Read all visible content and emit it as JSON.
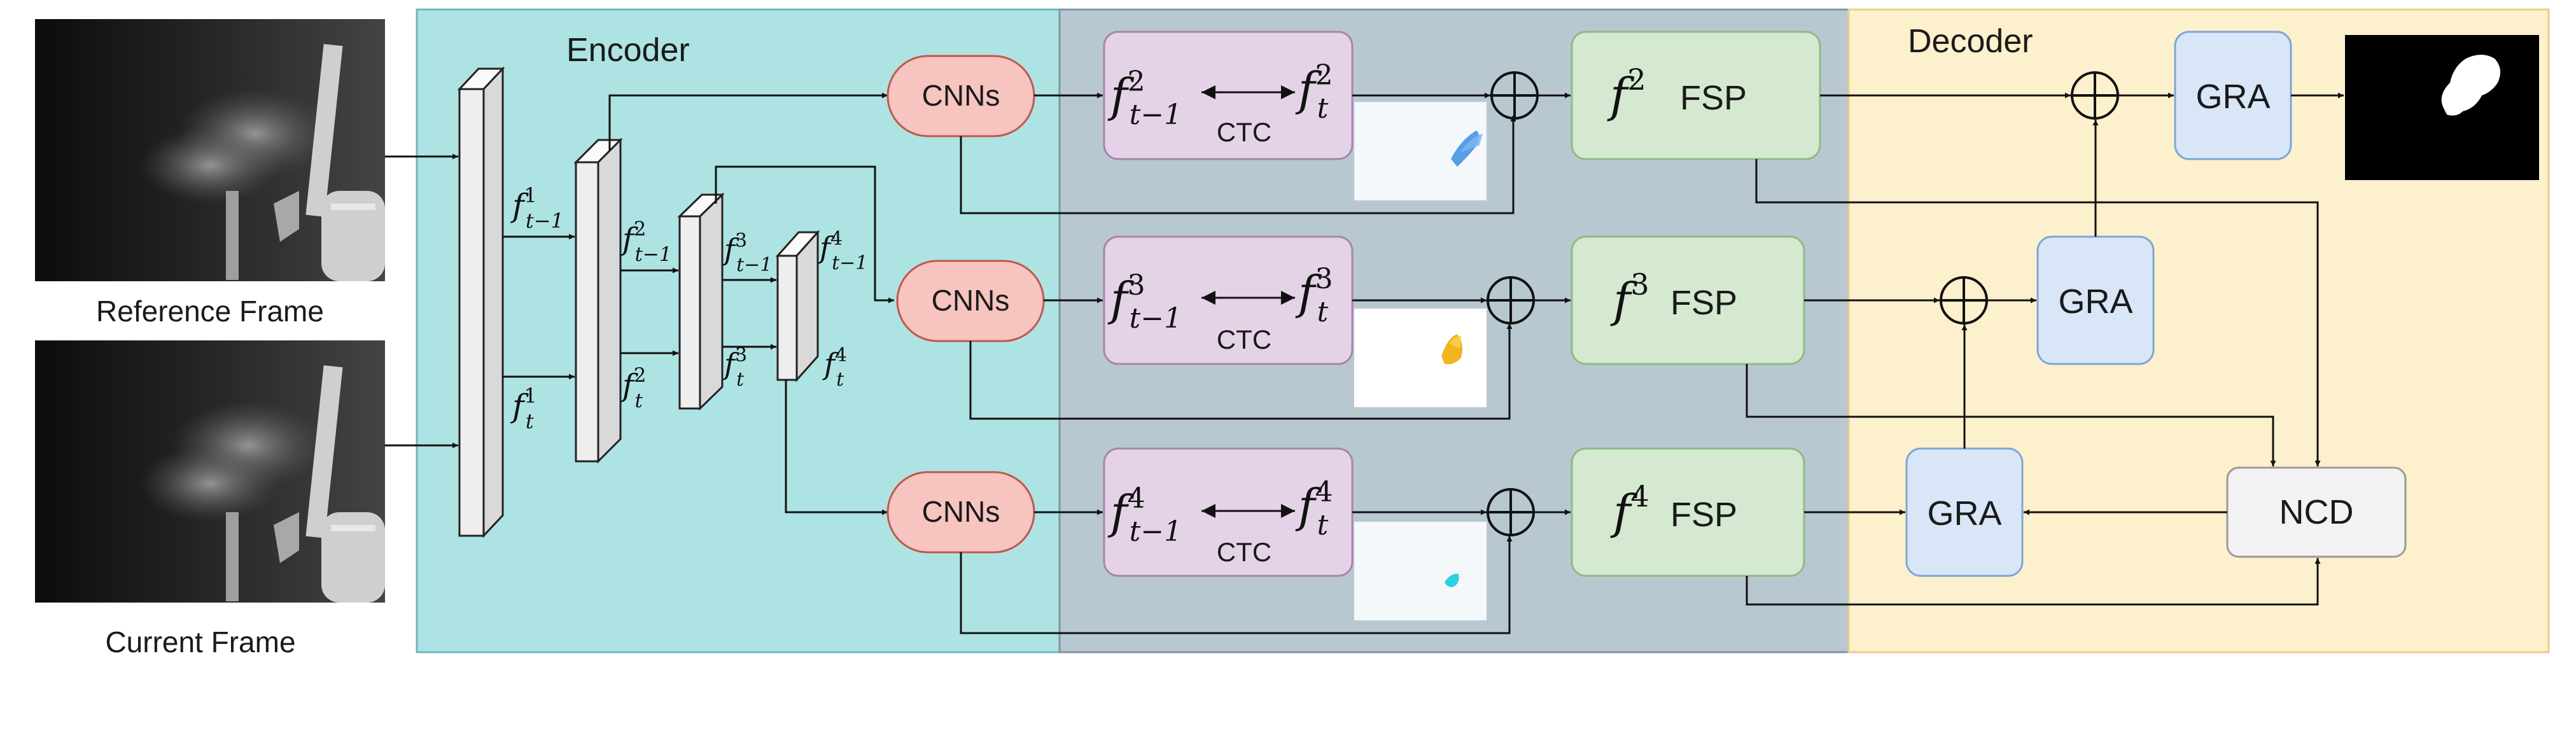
{
  "frames": {
    "reference_label": "Reference Frame",
    "current_label": "Current Frame"
  },
  "sections": {
    "encoder_title": "Encoder",
    "decoder_title": "Decoder"
  },
  "encoder_features": {
    "s1_prev": "t−1",
    "s1_cur": "t",
    "s2_prev": "t−1",
    "s2_cur": "t",
    "s3_prev": "t−1",
    "s3_cur": "t",
    "s4_prev": "t−1",
    "s4_cur": "t",
    "f": "f",
    "sup1": "1",
    "sup2": "2",
    "sup3": "3",
    "sup4": "4"
  },
  "cnn_label": "CNNs",
  "ctc_label": "CTC",
  "fsp_label": "FSP",
  "gra_label": "GRA",
  "ncd_label": "NCD",
  "colors": {
    "encoder_bg": "#aee3e3",
    "middle_bg": "#b8c8d1",
    "decoder_bg": "#fdf0cc",
    "cnn_fill": "#f7c4bf",
    "ctc_fill": "#e4d3e6",
    "fsp_fill": "#d5e9d1",
    "gra_fill": "#d8e6f7",
    "ncd_fill": "#f2f2f2"
  }
}
